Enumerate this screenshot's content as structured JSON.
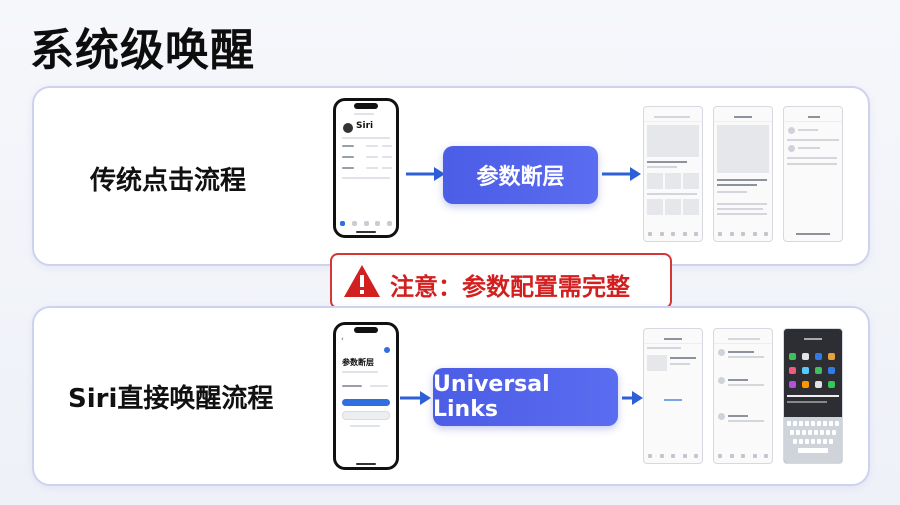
{
  "title": "系统级唤醒",
  "flows": {
    "traditional": {
      "label": "传统点击流程",
      "phone": {
        "name": "Siri"
      },
      "box_label": "参数断层"
    },
    "siri": {
      "label": "Siri直接唤醒流程",
      "phone": {
        "title": "参数断层"
      },
      "box_label": "Universal Links"
    }
  },
  "warning": {
    "text": "注意：参数配置需完整",
    "icon": "warning-triangle-icon"
  },
  "colors": {
    "accent_box": "#5063ea",
    "arrow": "#2d5fd6",
    "warning": "#d21f1f",
    "panel_border": "#cfd2ef"
  }
}
